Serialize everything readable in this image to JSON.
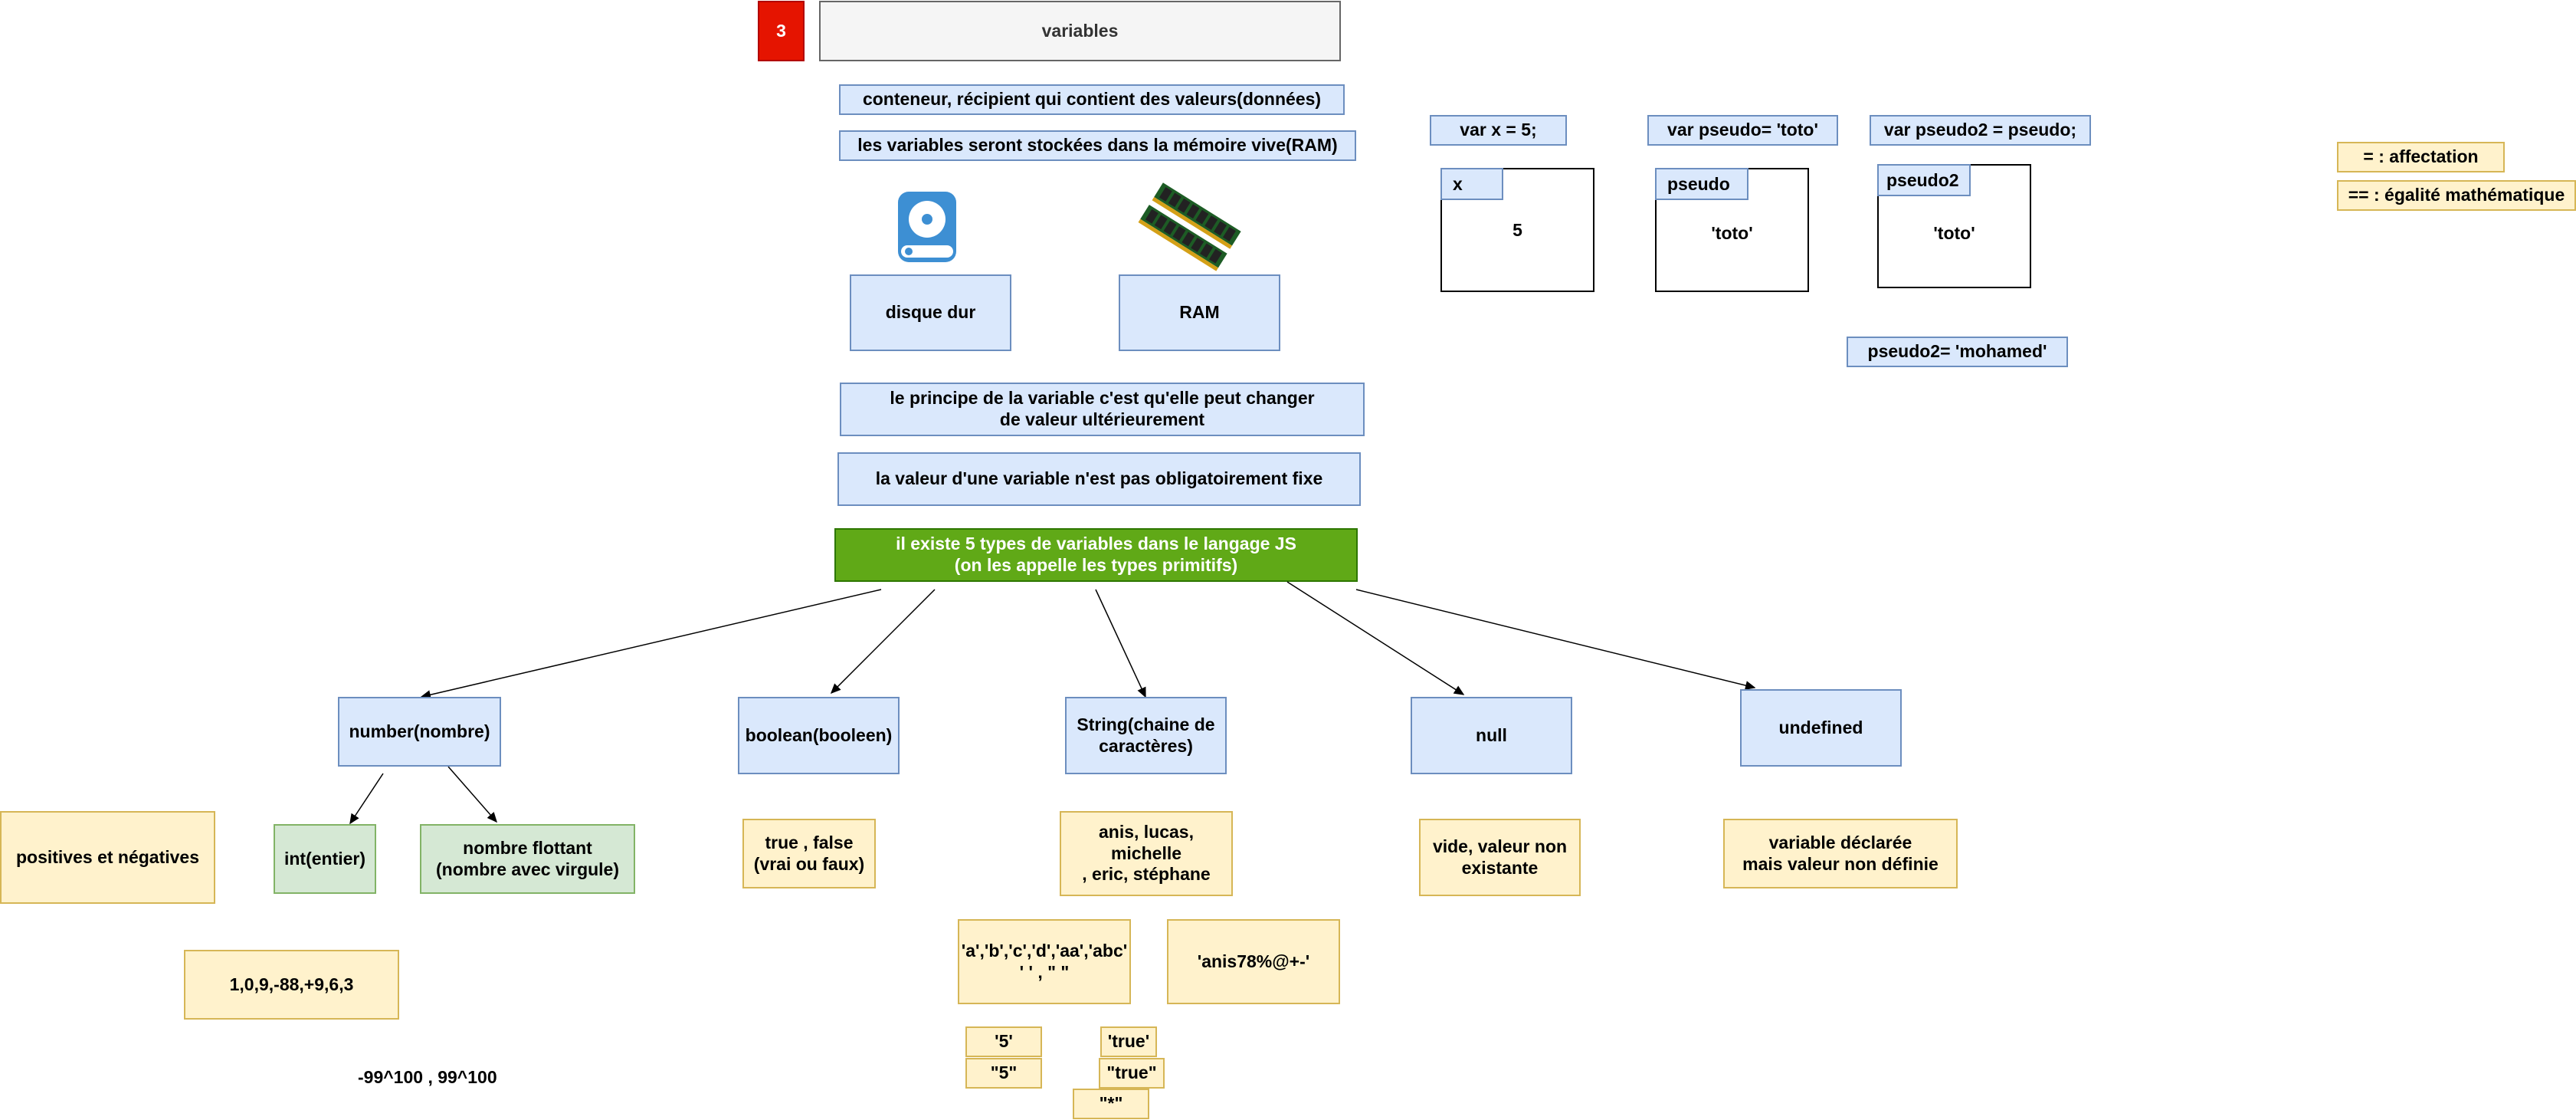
{
  "header": {
    "badge": "3",
    "title": "variables"
  },
  "definitions": {
    "container": "conteneur, récipient qui contient des valeurs(données)",
    "storage": "les variables seront stockées dans la mémoire vive(RAM)"
  },
  "storage_icons": [
    {
      "icon": "hard-drive-icon",
      "label": "disque dur"
    },
    {
      "icon": "ram-module-icon",
      "label": "RAM"
    }
  ],
  "principles": {
    "change": "le principe de la variable c'est qu'elle peut changer\nde valeur ultérieurement",
    "not_fixed": "la valeur d'une variable n'est pas obligatoirement fixe"
  },
  "types_root": "il existe 5 types de variables dans le langage JS\n(on les appelle les types primitifs)",
  "types": {
    "number": "number(nombre)",
    "boolean": "boolean(booleen)",
    "string": "String(chaine de\ncaractères)",
    "null": "null",
    "undefined": "undefined"
  },
  "number_details": {
    "sign": "positives et négatives",
    "int": "int(entier)",
    "float": "nombre flottant\n(nombre avec virgule)",
    "examples": "1,0,9,-88,+9,6,3",
    "range": "-99^100 ,  99^100"
  },
  "boolean_details": {
    "values": "true , false\n(vrai ou faux)"
  },
  "string_details": {
    "names": "anis, lucas,\nmichelle\n, eric, stéphane",
    "chars": "'a','b','c','d','aa','abc'\n' ' , \"  \"",
    "symbols": "'anis78%@+-'",
    "five_single": "'5'",
    "five_double": "\"5\"",
    "true_single": "'true'",
    "true_double": "\"true\"",
    "star": "\"*\""
  },
  "null_details": {
    "desc": "vide, valeur non\nexistante"
  },
  "undefined_details": {
    "desc": "variable déclarée\nmais valeur non définie"
  },
  "code_examples": {
    "x_decl": "var x = 5;",
    "pseudo_decl": "var pseudo=  'toto'",
    "pseudo2_decl": "var pseudo2 = pseudo;",
    "reassign": "pseudo2= 'mohamed'"
  },
  "memory_cells": [
    {
      "name": "x",
      "value": "5"
    },
    {
      "name": "pseudo",
      "value": "'toto'"
    },
    {
      "name": "pseudo2",
      "value": "'toto'"
    }
  ],
  "operators": {
    "assign": "= : affectation",
    "equality": "== : égalité mathématique"
  }
}
